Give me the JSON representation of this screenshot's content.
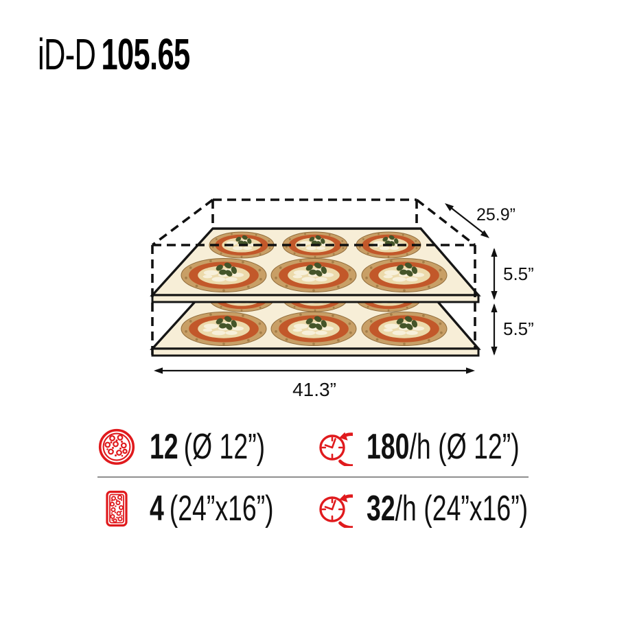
{
  "title": {
    "prefix": "iD-D",
    "model": "105.65"
  },
  "diagram": {
    "type": "oven-capacity-isometric",
    "decks": 2,
    "pizzas_per_deck": 6,
    "pizza_grid": {
      "rows": 2,
      "cols": 3
    },
    "dimensions": {
      "depth": "25.9”",
      "deck_height_top": "5.5”",
      "deck_height_bottom": "5.5”",
      "width": "41.3”"
    }
  },
  "specs": {
    "rows": [
      {
        "capacity": {
          "icon": "pizza-icon",
          "value": "12",
          "detail": "(Ø 12”)"
        },
        "rate": {
          "icon": "clock-icon",
          "value": "180",
          "detail": "/h (Ø 12”)"
        }
      },
      {
        "capacity": {
          "icon": "tray-icon",
          "value": "4",
          "detail": "(24”x16”)"
        },
        "rate": {
          "icon": "clock-icon",
          "value": "32",
          "detail": "/h (24”x16”)"
        }
      }
    ]
  },
  "colors": {
    "accent_red": "#e01a1d",
    "deck_fill": "#f7eed7",
    "outline": "#161616",
    "divider_gray": "#8f8f8f"
  }
}
